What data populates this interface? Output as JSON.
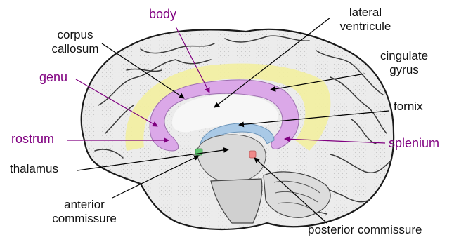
{
  "labels": {
    "body": "body",
    "lateral_ventricle_line1": "lateral",
    "lateral_ventricle_line2": "ventricule",
    "corpus_callosum_line1": "corpus",
    "corpus_callosum_line2": "callosum",
    "cingulate_gyrus_line1": "cingulate",
    "cingulate_gyrus_line2": "gyrus",
    "genu": "genu",
    "fornix": "fornix",
    "rostrum": "rostrum",
    "splenium": "splenium",
    "thalamus": "thalamus",
    "anterior_commissure_line1": "anterior",
    "anterior_commissure_line2": "commissure",
    "posterior_commissure": "posterior commissure"
  },
  "colors": {
    "corpus_callosum_label": "#800080",
    "plain_label": "#111111",
    "corpus_callosum_fill": "#dba8e8",
    "cingulate_gyrus_fill": "#f3f0a0",
    "fornix_fill": "#a9c9e6",
    "anterior_commissure_fill": "#5fc46f",
    "posterior_commissure_fill": "#f08a8a",
    "brain_fill": "#ececec",
    "arrow_purple": "#800080",
    "arrow_black": "#000000"
  }
}
